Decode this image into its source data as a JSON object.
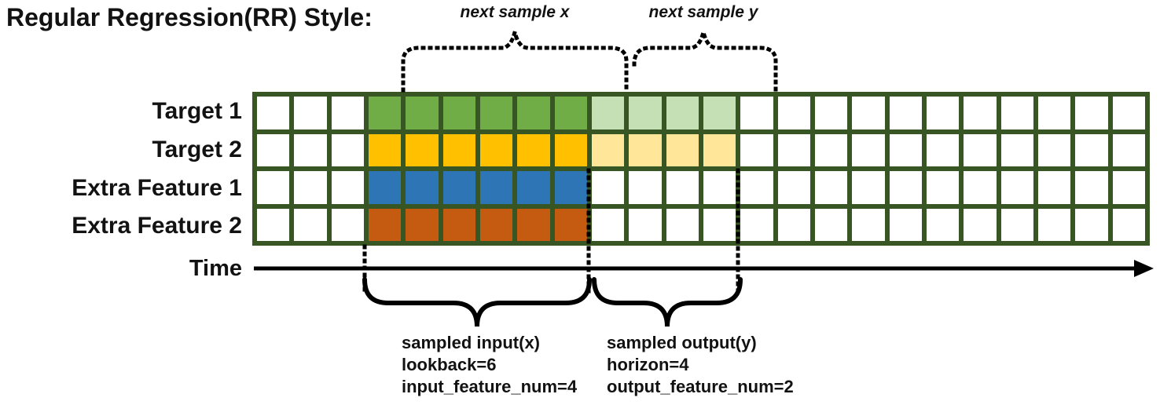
{
  "title": "Regular Regression(RR) Style:",
  "colors": {
    "frame": "#375623",
    "white": "#FFFFFF",
    "green": "#70AD47",
    "light_green": "#C5E0B4",
    "gold": "#FFC000",
    "light_gold": "#FFE699",
    "blue": "#2E75B6",
    "orange": "#C55A11",
    "line_black": "#000000"
  },
  "top_braces": {
    "next_x_label": "next sample x",
    "next_y_label": "next sample y"
  },
  "grid": {
    "columns": 24,
    "lookback_columns": 6,
    "horizon_columns": 4,
    "rows": [
      {
        "label": "Target 1",
        "cells": [
          "white",
          "white",
          "white",
          "green",
          "green",
          "green",
          "green",
          "green",
          "green",
          "light_green",
          "light_green",
          "light_green",
          "light_green",
          "white",
          "white",
          "white",
          "white",
          "white",
          "white",
          "white",
          "white",
          "white",
          "white",
          "white"
        ]
      },
      {
        "label": "Target 2",
        "cells": [
          "white",
          "white",
          "white",
          "gold",
          "gold",
          "gold",
          "gold",
          "gold",
          "gold",
          "light_gold",
          "light_gold",
          "light_gold",
          "light_gold",
          "white",
          "white",
          "white",
          "white",
          "white",
          "white",
          "white",
          "white",
          "white",
          "white",
          "white"
        ]
      },
      {
        "label": "Extra Feature 1",
        "cells": [
          "white",
          "white",
          "white",
          "blue",
          "blue",
          "blue",
          "blue",
          "blue",
          "blue",
          "white",
          "white",
          "white",
          "white",
          "white",
          "white",
          "white",
          "white",
          "white",
          "white",
          "white",
          "white",
          "white",
          "white",
          "white"
        ]
      },
      {
        "label": "Extra Feature 2",
        "cells": [
          "white",
          "white",
          "white",
          "orange",
          "orange",
          "orange",
          "orange",
          "orange",
          "orange",
          "white",
          "white",
          "white",
          "white",
          "white",
          "white",
          "white",
          "white",
          "white",
          "white",
          "white",
          "white",
          "white",
          "white",
          "white"
        ]
      }
    ]
  },
  "time_axis": {
    "label": "Time"
  },
  "annotations": {
    "input": {
      "lines": [
        "sampled input(x)",
        "lookback=6",
        "input_feature_num=4"
      ]
    },
    "output": {
      "lines": [
        "sampled output(y)",
        "horizon=4",
        "output_feature_num=2"
      ]
    }
  }
}
